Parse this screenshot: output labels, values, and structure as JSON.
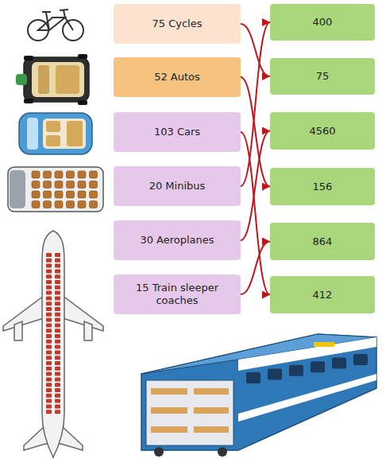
{
  "diagram": {
    "nodes": [
      {
        "text": [
          "75 Cycles"
        ]
      },
      {
        "text": [
          "52 Autos"
        ]
      },
      {
        "text": [
          "103 Cars"
        ]
      },
      {
        "text": [
          "20 Minibus"
        ]
      },
      {
        "text": [
          "30 Aeroplanes"
        ]
      },
      {
        "text": [
          "15 Train sleeper coaches"
        ]
      },
      {
        "text": [
          "400"
        ]
      },
      {
        "text": [
          "75"
        ]
      },
      {
        "text": [
          "4560"
        ]
      },
      {
        "text": [
          "156"
        ]
      },
      {
        "text": [
          "864"
        ]
      },
      {
        "text": [
          "412"
        ]
      }
    ],
    "edges": [
      {
        "from": 0,
        "to": 7,
        "arrow": "to"
      },
      {
        "from": 1,
        "to": 9,
        "arrow": "to"
      },
      {
        "from": 2,
        "to": 11,
        "arrow": "to"
      },
      {
        "from": 3,
        "to": 6,
        "arrow": "to"
      },
      {
        "from": 4,
        "to": 8,
        "arrow": "to"
      },
      {
        "from": 5,
        "to": 10,
        "arrow": "to"
      }
    ]
  }
}
